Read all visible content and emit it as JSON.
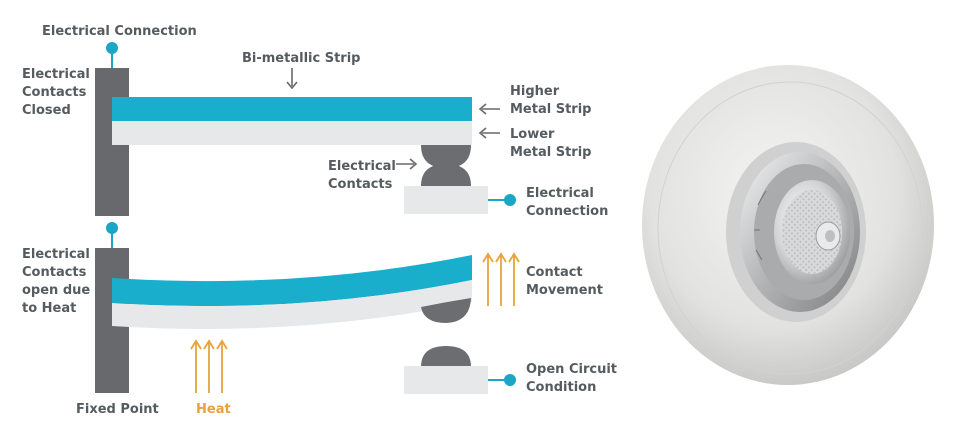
{
  "labels": {
    "electrical_connection_top": "Electrical Connection",
    "contacts_closed": [
      "Electrical",
      "Contacts",
      "Closed"
    ],
    "bimetallic_strip": "Bi-metallic Strip",
    "higher_metal_strip": [
      "Higher",
      "Metal Strip"
    ],
    "lower_metal_strip": [
      "Lower",
      "Metal Strip"
    ],
    "electrical_contacts": [
      "Electrical",
      "Contacts"
    ],
    "electrical_connection_right": [
      "Electrical",
      "Connection"
    ],
    "contacts_open": [
      "Electrical",
      "Contacts",
      "open due",
      "to Heat"
    ],
    "contact_movement": [
      "Contact",
      "Movement"
    ],
    "open_circuit": [
      "Open Circuit",
      "Condition"
    ],
    "fixed_point": "Fixed Point",
    "heat": "Heat"
  },
  "colors": {
    "higher_strip": "#19aecb",
    "lower_strip": "#e6e8e9",
    "post": "#67696c",
    "contact": "#6b6d70",
    "connector": "#1aa6c4",
    "heat": "#e8a23a",
    "text": "#555b5f"
  }
}
